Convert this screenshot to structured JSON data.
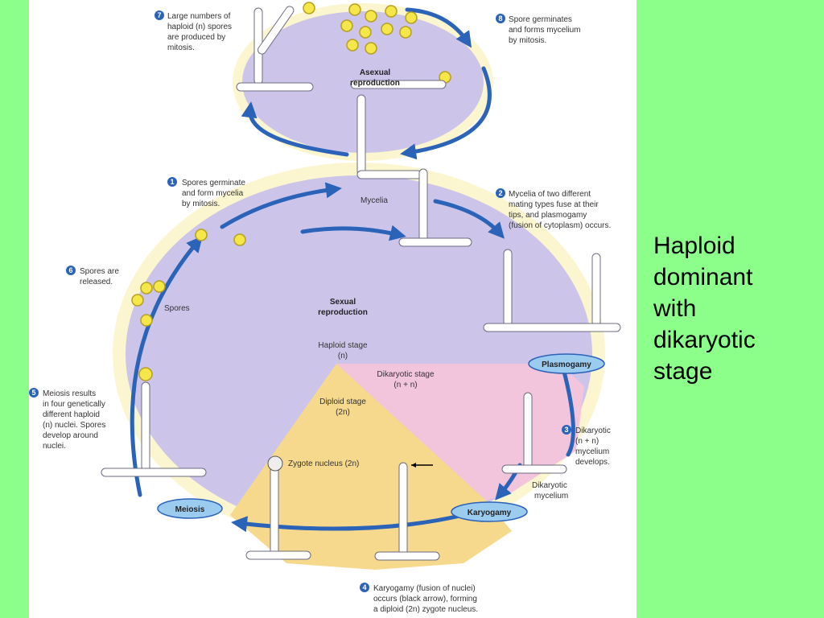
{
  "slide": {
    "side_caption_lines": [
      "Haploid",
      "dominant",
      "with",
      "dikaryotic",
      "stage"
    ]
  },
  "colors": {
    "slide_background": "#8cff8a",
    "lavender_region": "#cdc4ea",
    "pink_region": "#f2c5dd",
    "yellow_region": "#f6d98c",
    "arrow_blue": "#2a63b8",
    "stage_pill": "#9ccbf0"
  },
  "diagram": {
    "steps": [
      {
        "number": "1",
        "lines": [
          "Spores germinate",
          "and form mycelia",
          "by mitosis."
        ]
      },
      {
        "number": "2",
        "lines": [
          "Mycelia of two different",
          "mating types fuse at their",
          "tips, and plasmogamy",
          "(fusion of cytoplasm) occurs."
        ]
      },
      {
        "number": "3",
        "lines": [
          "Dikaryotic",
          "(n + n)",
          "mycelium",
          "develops."
        ]
      },
      {
        "number": "4",
        "lines": [
          "Karyogamy (fusion of nuclei)",
          "occurs (black arrow), forming",
          "a diploid (2n) zygote nucleus."
        ]
      },
      {
        "number": "5",
        "lines": [
          "Meiosis results",
          "in four genetically",
          "different haploid",
          "(n) nuclei. Spores",
          "develop around",
          "nuclei."
        ]
      },
      {
        "number": "6",
        "lines": [
          "Spores are",
          "released."
        ]
      },
      {
        "number": "7",
        "lines": [
          "Large numbers of",
          "haploid (n) spores",
          "are produced by",
          "mitosis."
        ]
      },
      {
        "number": "8",
        "lines": [
          "Spore germinates",
          "and forms mycelium",
          "by mitosis."
        ]
      }
    ],
    "cycles": {
      "asexual": [
        "Asexual",
        "reproduction"
      ],
      "sexual": [
        "Sexual",
        "reproduction"
      ]
    },
    "stages": {
      "haploid": [
        "Haploid stage",
        "(n)"
      ],
      "dikaryotic": [
        "Dikaryotic stage",
        "(n + n)"
      ],
      "diploid": [
        "Diploid stage",
        "(2n)"
      ]
    },
    "process_labels": {
      "plasmogamy": "Plasmogamy",
      "karyogamy": "Karyogamy",
      "meiosis": "Meiosis"
    },
    "structure_labels": {
      "mycelia": "Mycelia",
      "spores": "Spores",
      "zygote": "Zygote nucleus (2n)",
      "dikaryotic_mycelium": [
        "Dikaryotic",
        "mycelium"
      ]
    }
  }
}
